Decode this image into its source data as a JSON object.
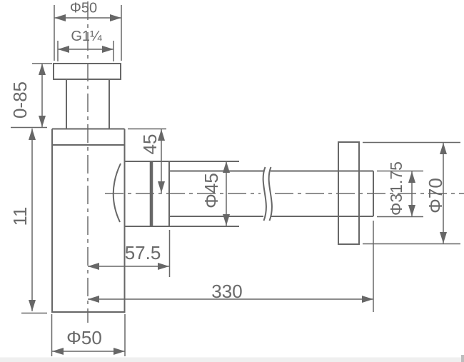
{
  "drawing": {
    "description": "Bottle trap (basin waste siphon) dimensional drawing",
    "colors": {
      "line": "#676767",
      "text": "#6a6a6a",
      "background": "#ffffff",
      "footer_strip": "#efefef"
    },
    "dims": {
      "cap_diameter": "Φ50",
      "thread_size": "G1¼",
      "height_adjustable": "0-85",
      "body_height": "11",
      "inlet_to_axis": "45",
      "nut_diameter": "Φ45",
      "axis_to_nut": "57.5",
      "tube_diameter": "Φ31.75",
      "flange_diameter": "Φ70",
      "overall_length": "330",
      "body_diameter": "Φ50"
    }
  }
}
